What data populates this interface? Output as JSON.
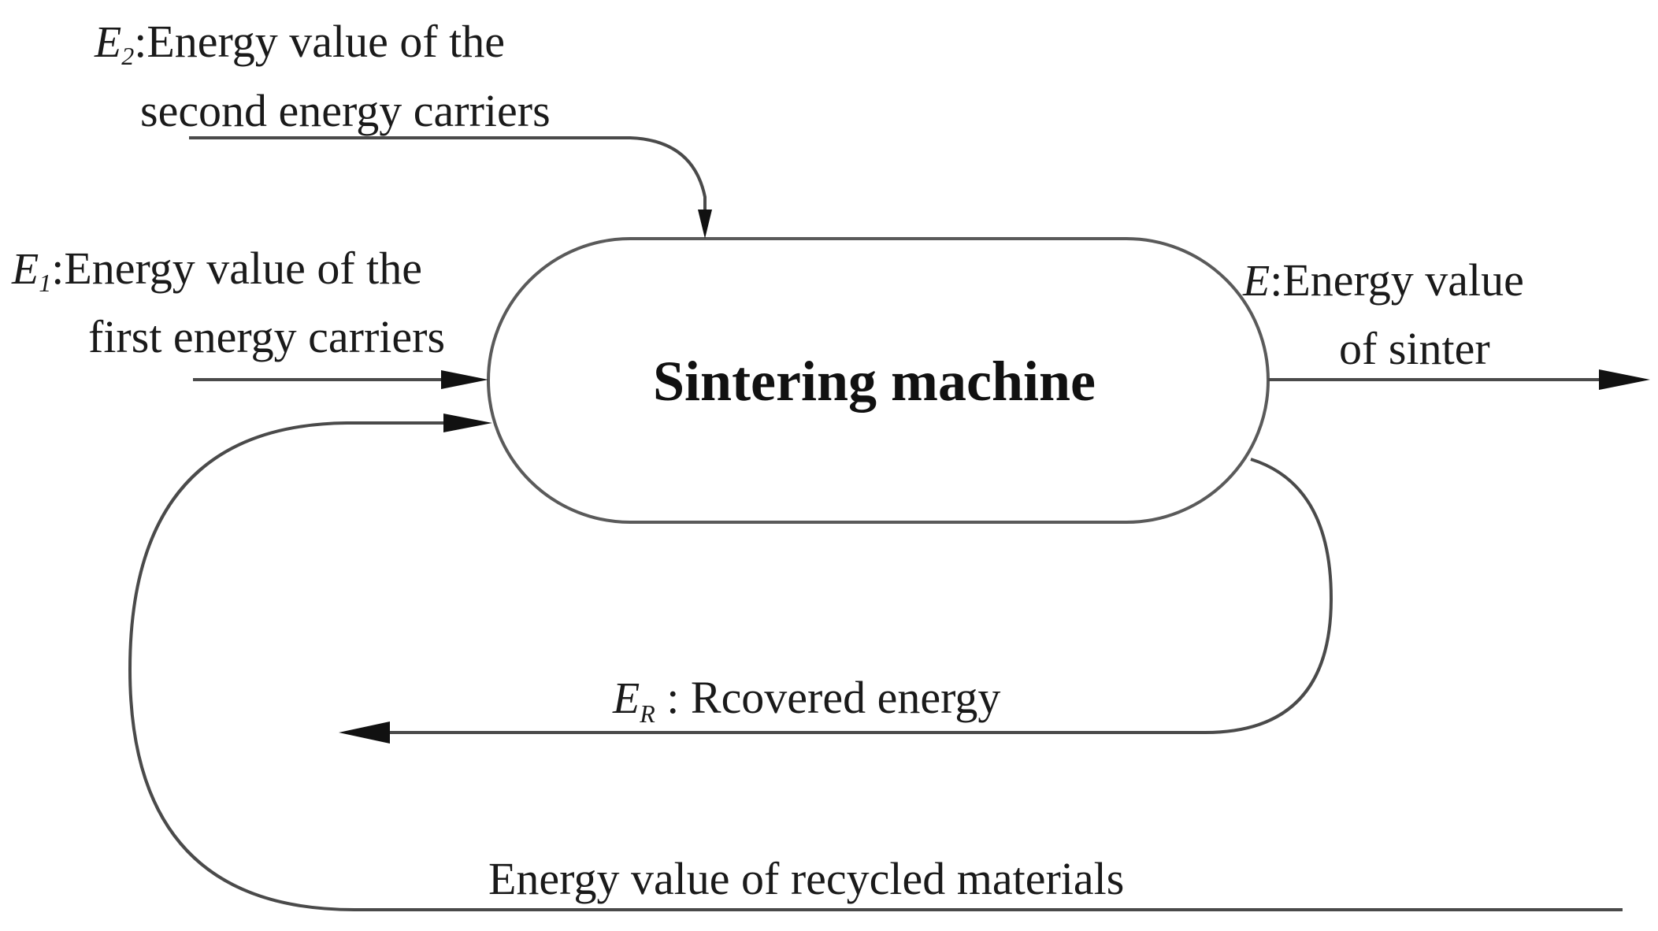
{
  "diagram": {
    "process": {
      "label": "Sintering machine"
    },
    "inputs": {
      "e2": {
        "symbol": "E",
        "subscript": "2",
        "line1": ":Energy value of  the",
        "line2": "second energy carriers"
      },
      "e1": {
        "symbol": "E",
        "subscript": "1",
        "line1": ":Energy value of  the",
        "line2": "first energy carriers"
      },
      "recycled": {
        "label": "Energy value of recycled materials"
      }
    },
    "outputs": {
      "e": {
        "symbol": "E",
        "line1": ":Energy value",
        "line2": "of sinter"
      },
      "er": {
        "symbol": "E",
        "subscript": "R",
        "label": " : Rcovered energy"
      }
    }
  }
}
